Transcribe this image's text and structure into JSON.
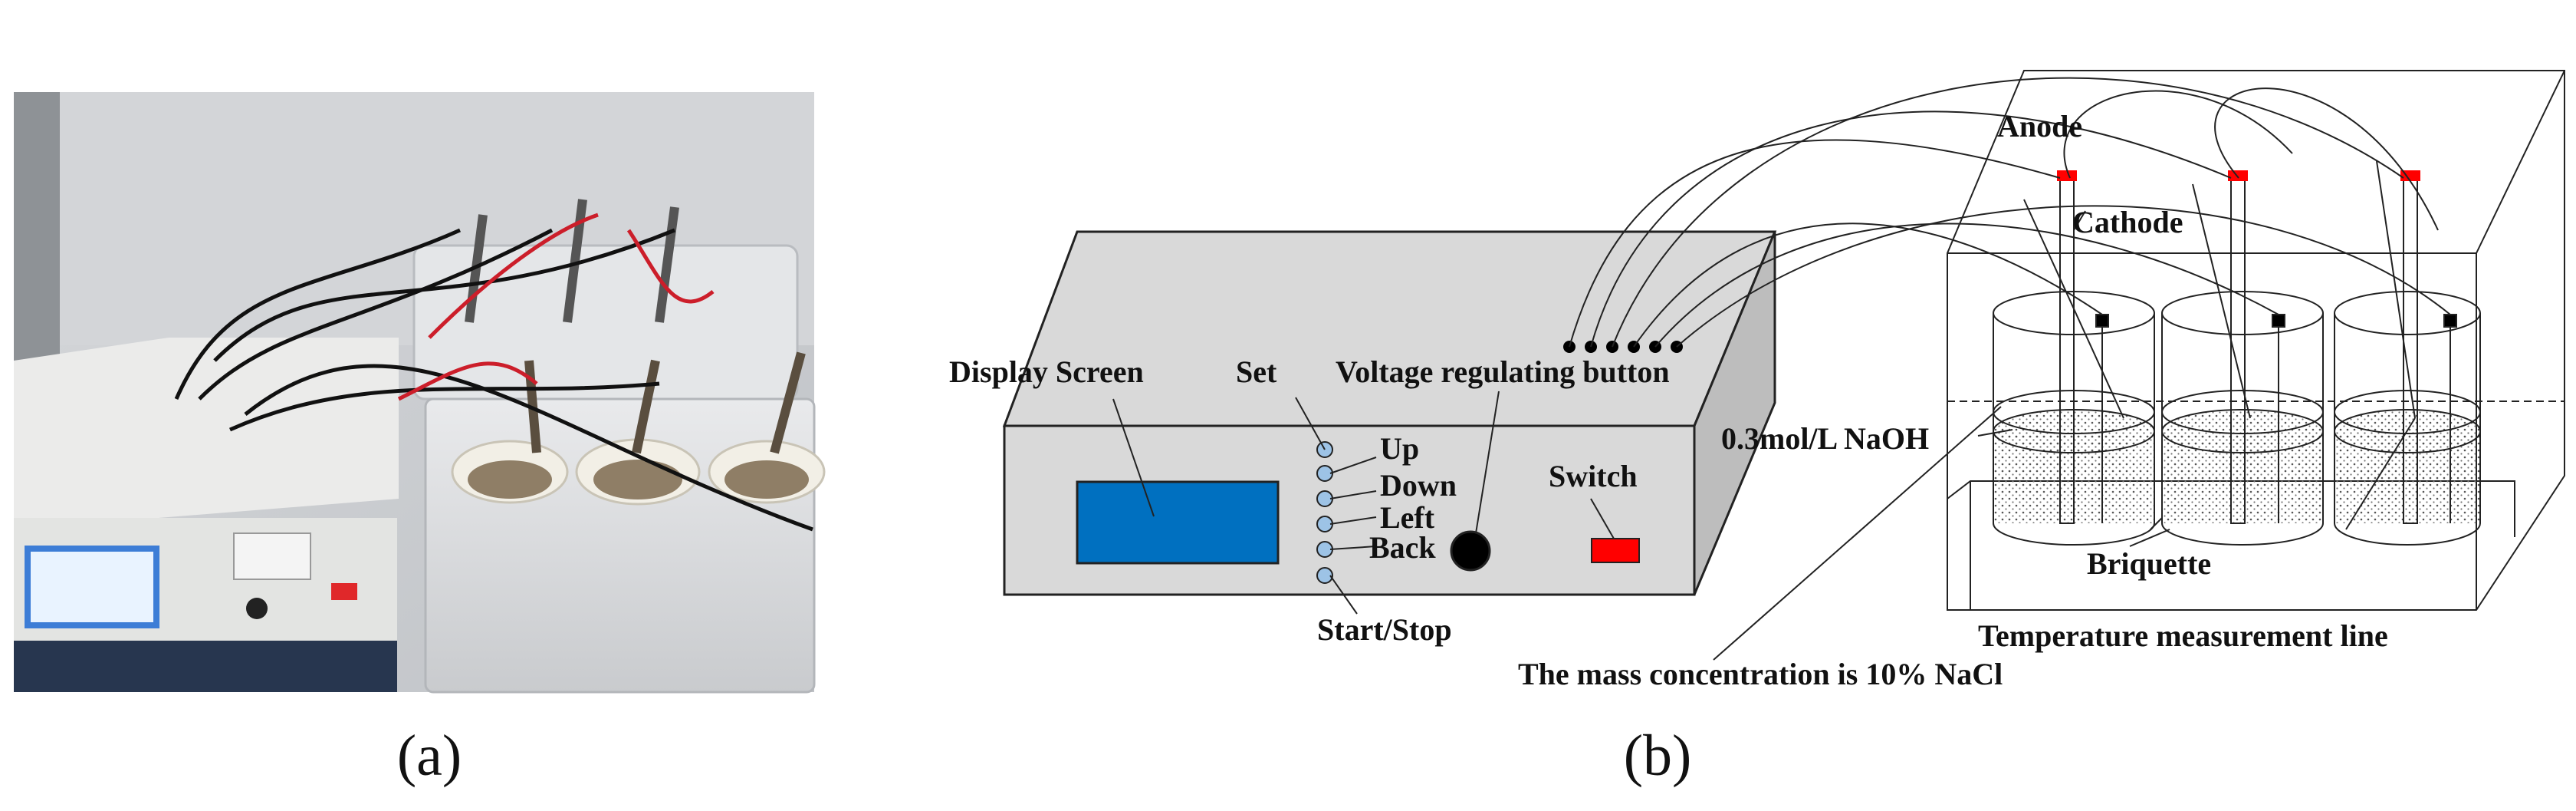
{
  "panel_a": {
    "caption": "(a)"
  },
  "panel_b": {
    "caption": "(b)",
    "labels": {
      "display_screen": "Display Screen",
      "set": "Set",
      "voltage": "Voltage regulating button",
      "up": "Up",
      "down": "Down",
      "left": "Left",
      "back": "Back",
      "start_stop": "Start/Stop",
      "switch": "Switch",
      "anode": "Anode",
      "cathode": "Cathode",
      "naoh": "0.3mol/L NaOH",
      "briquette": "Briquette",
      "temp_line": "Temperature measurement line",
      "nacl": "The mass concentration is 10% NaCl"
    }
  },
  "colors": {
    "device_top": "#d9d9d9",
    "device_front": "#d9d9d9",
    "device_side": "#bdbdbd",
    "screen": "#0070c0",
    "button_blue": "#9dc3e6",
    "switch_red": "#ff0000",
    "electrode_tip": "#ff0000"
  }
}
